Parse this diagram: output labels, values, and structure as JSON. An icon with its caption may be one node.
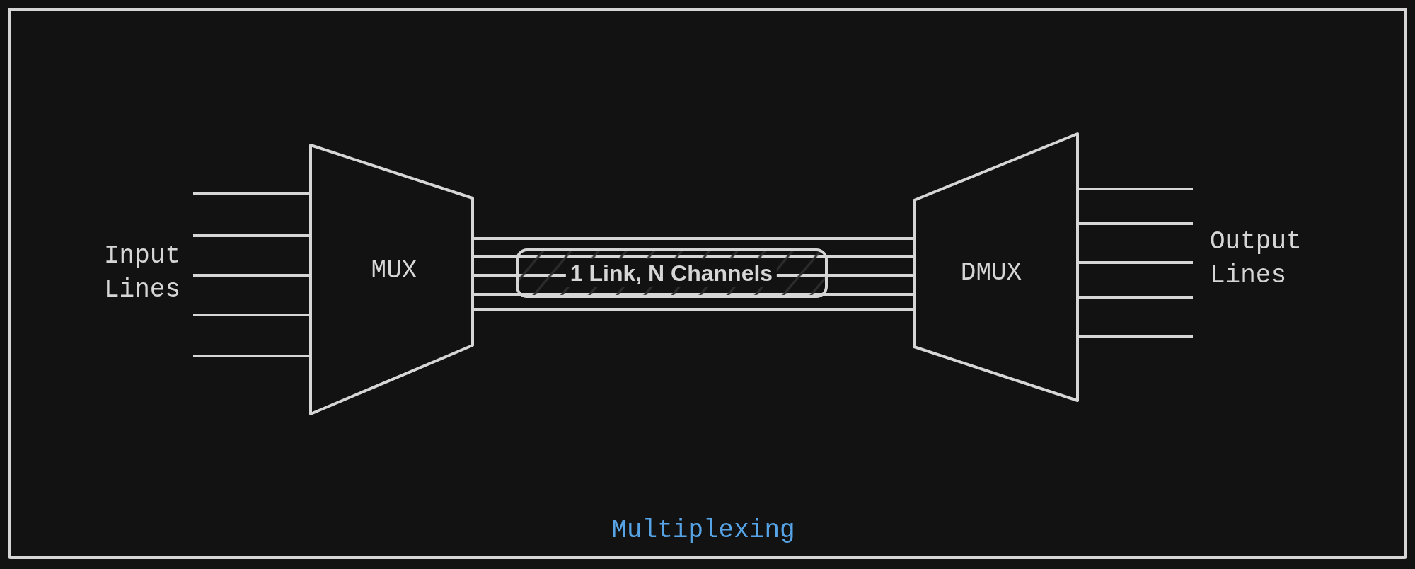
{
  "diagram": {
    "caption": "Multiplexing",
    "nodes": [
      {
        "text": [
          "MUX"
        ]
      },
      {
        "text": [
          "1 Link, N Channels"
        ]
      },
      {
        "text": [
          "DMUX"
        ]
      }
    ],
    "edges": [
      {
        "from": null,
        "to": 0,
        "arrow": "none"
      },
      {
        "from": null,
        "to": 0,
        "arrow": "none"
      },
      {
        "from": null,
        "to": 0,
        "arrow": "none"
      },
      {
        "from": null,
        "to": 0,
        "arrow": "none"
      },
      {
        "from": null,
        "to": 0,
        "arrow": "none"
      },
      {
        "from": 0,
        "to": 2,
        "arrow": "none"
      },
      {
        "from": 0,
        "to": 1,
        "arrow": "none"
      },
      {
        "from": 0,
        "to": 1,
        "arrow": "none"
      },
      {
        "from": 0,
        "to": 1,
        "arrow": "none"
      },
      {
        "from": 1,
        "to": 2,
        "arrow": "none"
      },
      {
        "from": 1,
        "to": 2,
        "arrow": "none"
      },
      {
        "from": 1,
        "to": 2,
        "arrow": "none"
      },
      {
        "from": 0,
        "to": 2,
        "arrow": "none"
      },
      {
        "from": 2,
        "to": null,
        "arrow": "none"
      },
      {
        "from": 2,
        "to": null,
        "arrow": "none"
      },
      {
        "from": 2,
        "to": null,
        "arrow": "none"
      },
      {
        "from": 2,
        "to": null,
        "arrow": "none"
      },
      {
        "from": 2,
        "to": null,
        "arrow": "none"
      }
    ],
    "labels": [
      "Input Lines",
      "Output Lines"
    ]
  }
}
